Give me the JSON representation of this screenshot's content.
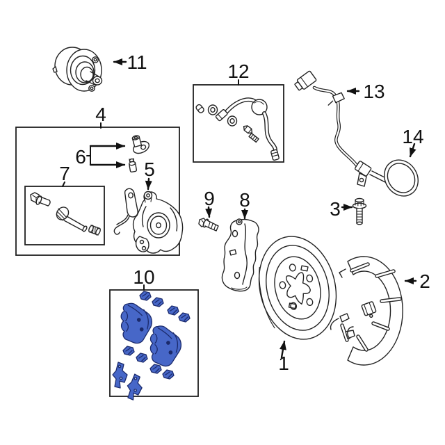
{
  "image": {
    "type": "exploded-parts-diagram",
    "subject": "rear disc brake assembly",
    "background": "#ffffff",
    "line_color": "#222222",
    "label_color": "#111111"
  },
  "colors": {
    "highlight_fill": "#4767c8",
    "highlight_stroke": "#1b2a6b",
    "highlight_shade": "#1b2a6b",
    "highlight_dot": "#a9bce8"
  },
  "callouts": [
    {
      "number": "1",
      "part": "brake rotor"
    },
    {
      "number": "2",
      "part": "splash shield"
    },
    {
      "number": "3",
      "part": "hex flange bolt"
    },
    {
      "number": "4",
      "part": "caliper kit box"
    },
    {
      "number": "5",
      "part": "brake caliper"
    },
    {
      "number": "6",
      "part": "fitting and bleeder screw"
    },
    {
      "number": "7",
      "part": "guide pin kit box"
    },
    {
      "number": "8",
      "part": "caliper mounting bracket"
    },
    {
      "number": "9",
      "part": "bracket bolt"
    },
    {
      "number": "10",
      "part": "brake pad kit box (highlighted)"
    },
    {
      "number": "11",
      "part": "hub / joint"
    },
    {
      "number": "12",
      "part": "brake hose kit box"
    },
    {
      "number": "13",
      "part": "abs sensor wire"
    },
    {
      "number": "14",
      "part": "o-ring seal"
    }
  ]
}
